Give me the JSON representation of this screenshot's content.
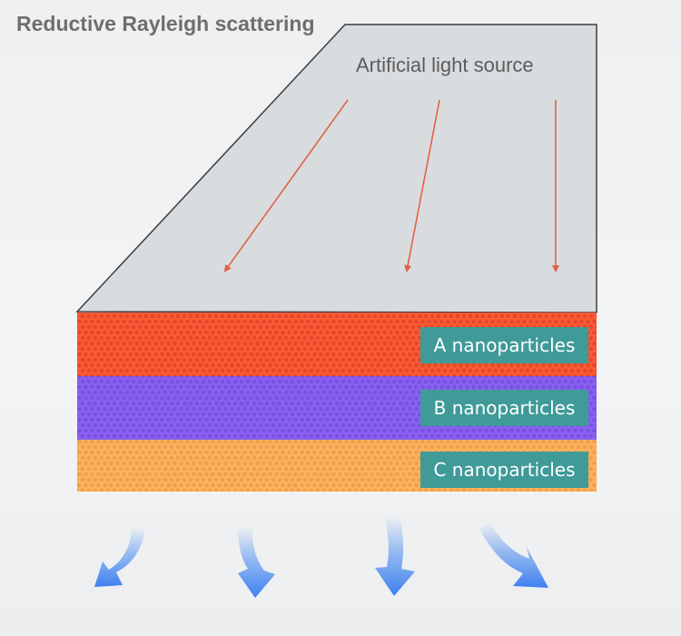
{
  "title": "Reductive Rayleigh scattering",
  "light_source": {
    "label": "Artificial light source"
  },
  "layers": [
    {
      "label": "A nanoparticles",
      "color": "#ff5a36"
    },
    {
      "label": "B nanoparticles",
      "color": "#8a62f2"
    },
    {
      "label": "C nanoparticles",
      "color": "#ffb25e"
    }
  ],
  "colors": {
    "light_source_fill": "#d9dcdf",
    "light_ray": "#e26048",
    "label_background": "#3f9a98",
    "scatter_arrow": "#4a8cf0",
    "title_text": "#6e6e6e"
  },
  "icons": {
    "scatter_arrows": "curved-down-arrow-icon"
  }
}
